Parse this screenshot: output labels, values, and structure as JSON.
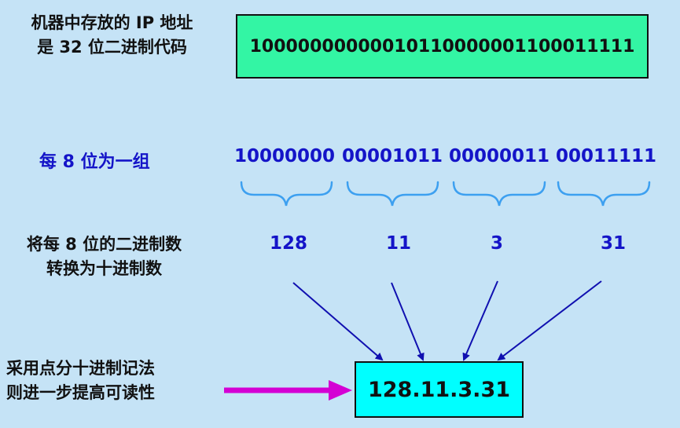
{
  "stored_label": [
    "机器中存放的 IP 地址",
    "是 32 位二进制代码"
  ],
  "binary_full": "10000000000010110000001100011111",
  "group_label": "每 8 位为一组",
  "octets": [
    "10000000",
    "00001011",
    "00000011",
    "00011111"
  ],
  "convert_label": [
    "将每 8 位的二进制数",
    "转换为十进制数"
  ],
  "decimals": [
    "128",
    "11",
    "3",
    "31"
  ],
  "dotted_label": [
    "采用点分十进制记法",
    "则进一步提高可读性"
  ],
  "dotted_result": "128.11.3.31",
  "colors": {
    "background": "#c5e3f6",
    "binary_box": "#33f5a4",
    "result_box": "#00ffff",
    "blue_text": "#1414c8",
    "arrow": "#1010b0",
    "brace": "#3da0f0",
    "pink_arrow": "#d400d4"
  }
}
